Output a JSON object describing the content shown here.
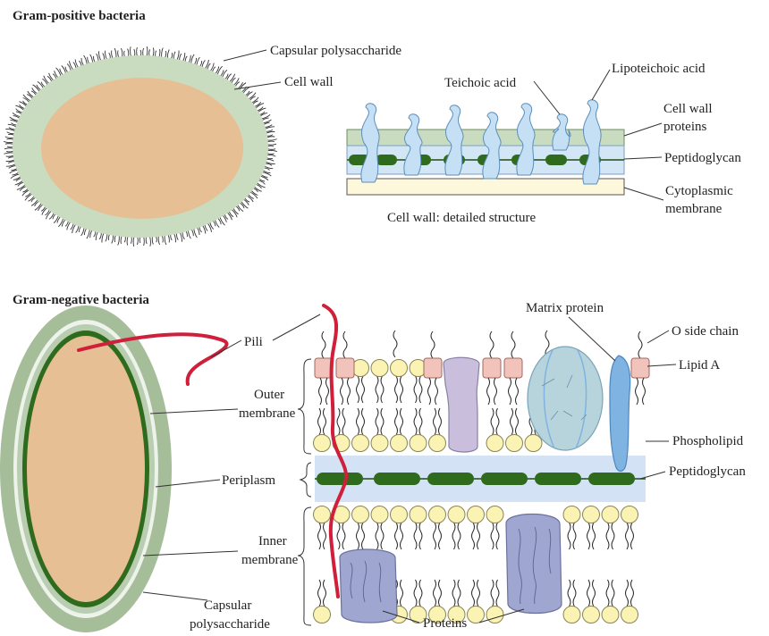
{
  "gram_positive": {
    "title": "Gram-positive bacteria",
    "labels": {
      "capsular_polysaccharide": "Capsular polysaccharide",
      "cell_wall": "Cell wall",
      "teichoic_acid": "Teichoic acid",
      "lipoteichoic_acid": "Lipoteichoic acid",
      "cell_wall_proteins_1": "Cell wall",
      "cell_wall_proteins_2": "proteins",
      "peptidoglycan": "Peptidoglycan",
      "cytoplasmic_membrane_1": "Cytoplasmic",
      "cytoplasmic_membrane_2": "membrane",
      "caption": "Cell wall: detailed structure"
    }
  },
  "gram_negative": {
    "title": "Gram-negative bacteria",
    "labels": {
      "pili": "Pili",
      "outer_membrane_1": "Outer",
      "outer_membrane_2": "membrane",
      "periplasm": "Periplasm",
      "inner_membrane_1": "Inner",
      "inner_membrane_2": "membrane",
      "capsular_polysaccharide_1": "Capsular",
      "capsular_polysaccharide_2": "polysaccharide",
      "matrix_protein": "Matrix protein",
      "o_side_chain": "O side chain",
      "lipid_a": "Lipid A",
      "phospholipid": "Phospholipid",
      "peptidoglycan": "Peptidoglycan",
      "proteins": "Proteins"
    }
  },
  "colors": {
    "cytoplasm": "#e6bf94",
    "capsule_green": "#c9dcc0",
    "wall_green": "#a5bd98",
    "dark_green": "#2f6b1c",
    "light_blue": "#d2e6f6",
    "teichoic_blue": "#c5e0f5",
    "periplasm_blue": "#d3e3f5",
    "head_yellow": "#fbf3b4",
    "lipid_a_pink": "#f2c3bb",
    "lavender": "#c9bfdc",
    "slate_blue": "#9fa6cf",
    "matrix_blue": "#7fb3e2",
    "pili_red": "#cf1f3a",
    "membrane_cream": "#fdf8dc"
  }
}
